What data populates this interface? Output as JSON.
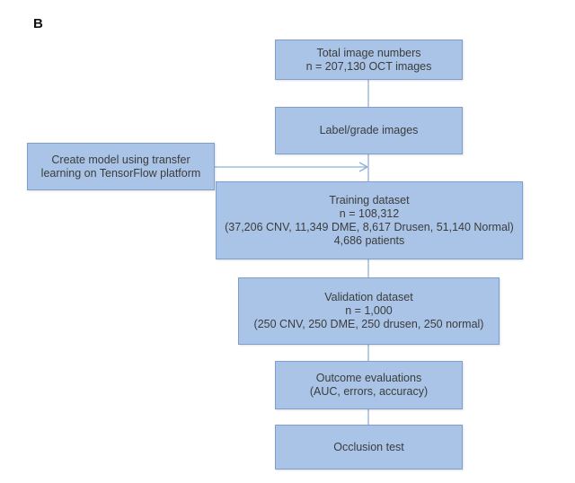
{
  "panel_label": "B",
  "boxes": {
    "total": {
      "line1": "Total image numbers",
      "line2": "n = 207,130 OCT images"
    },
    "label": {
      "line1": "Label/grade images"
    },
    "model": {
      "line1": "Create model using transfer",
      "line2": "learning on TensorFlow platform"
    },
    "training": {
      "line1": "Training dataset",
      "line2": "n = 108,312",
      "line3": "(37,206 CNV, 11,349 DME, 8,617 Drusen, 51,140 Normal)",
      "line4": "4,686 patients"
    },
    "validation": {
      "line1": "Validation dataset",
      "line2": "n = 1,000",
      "line3": "(250 CNV, 250 DME, 250 drusen, 250 normal)"
    },
    "outcome": {
      "line1": "Outcome evaluations",
      "line2": "(AUC, errors, accuracy)"
    },
    "occlusion": {
      "line1": "Occlusion test"
    }
  },
  "colors": {
    "box_fill": "#a9c4e6",
    "box_border": "#7e9fcc",
    "connector": "#8fb0d8",
    "text": "#3c3c3c"
  }
}
